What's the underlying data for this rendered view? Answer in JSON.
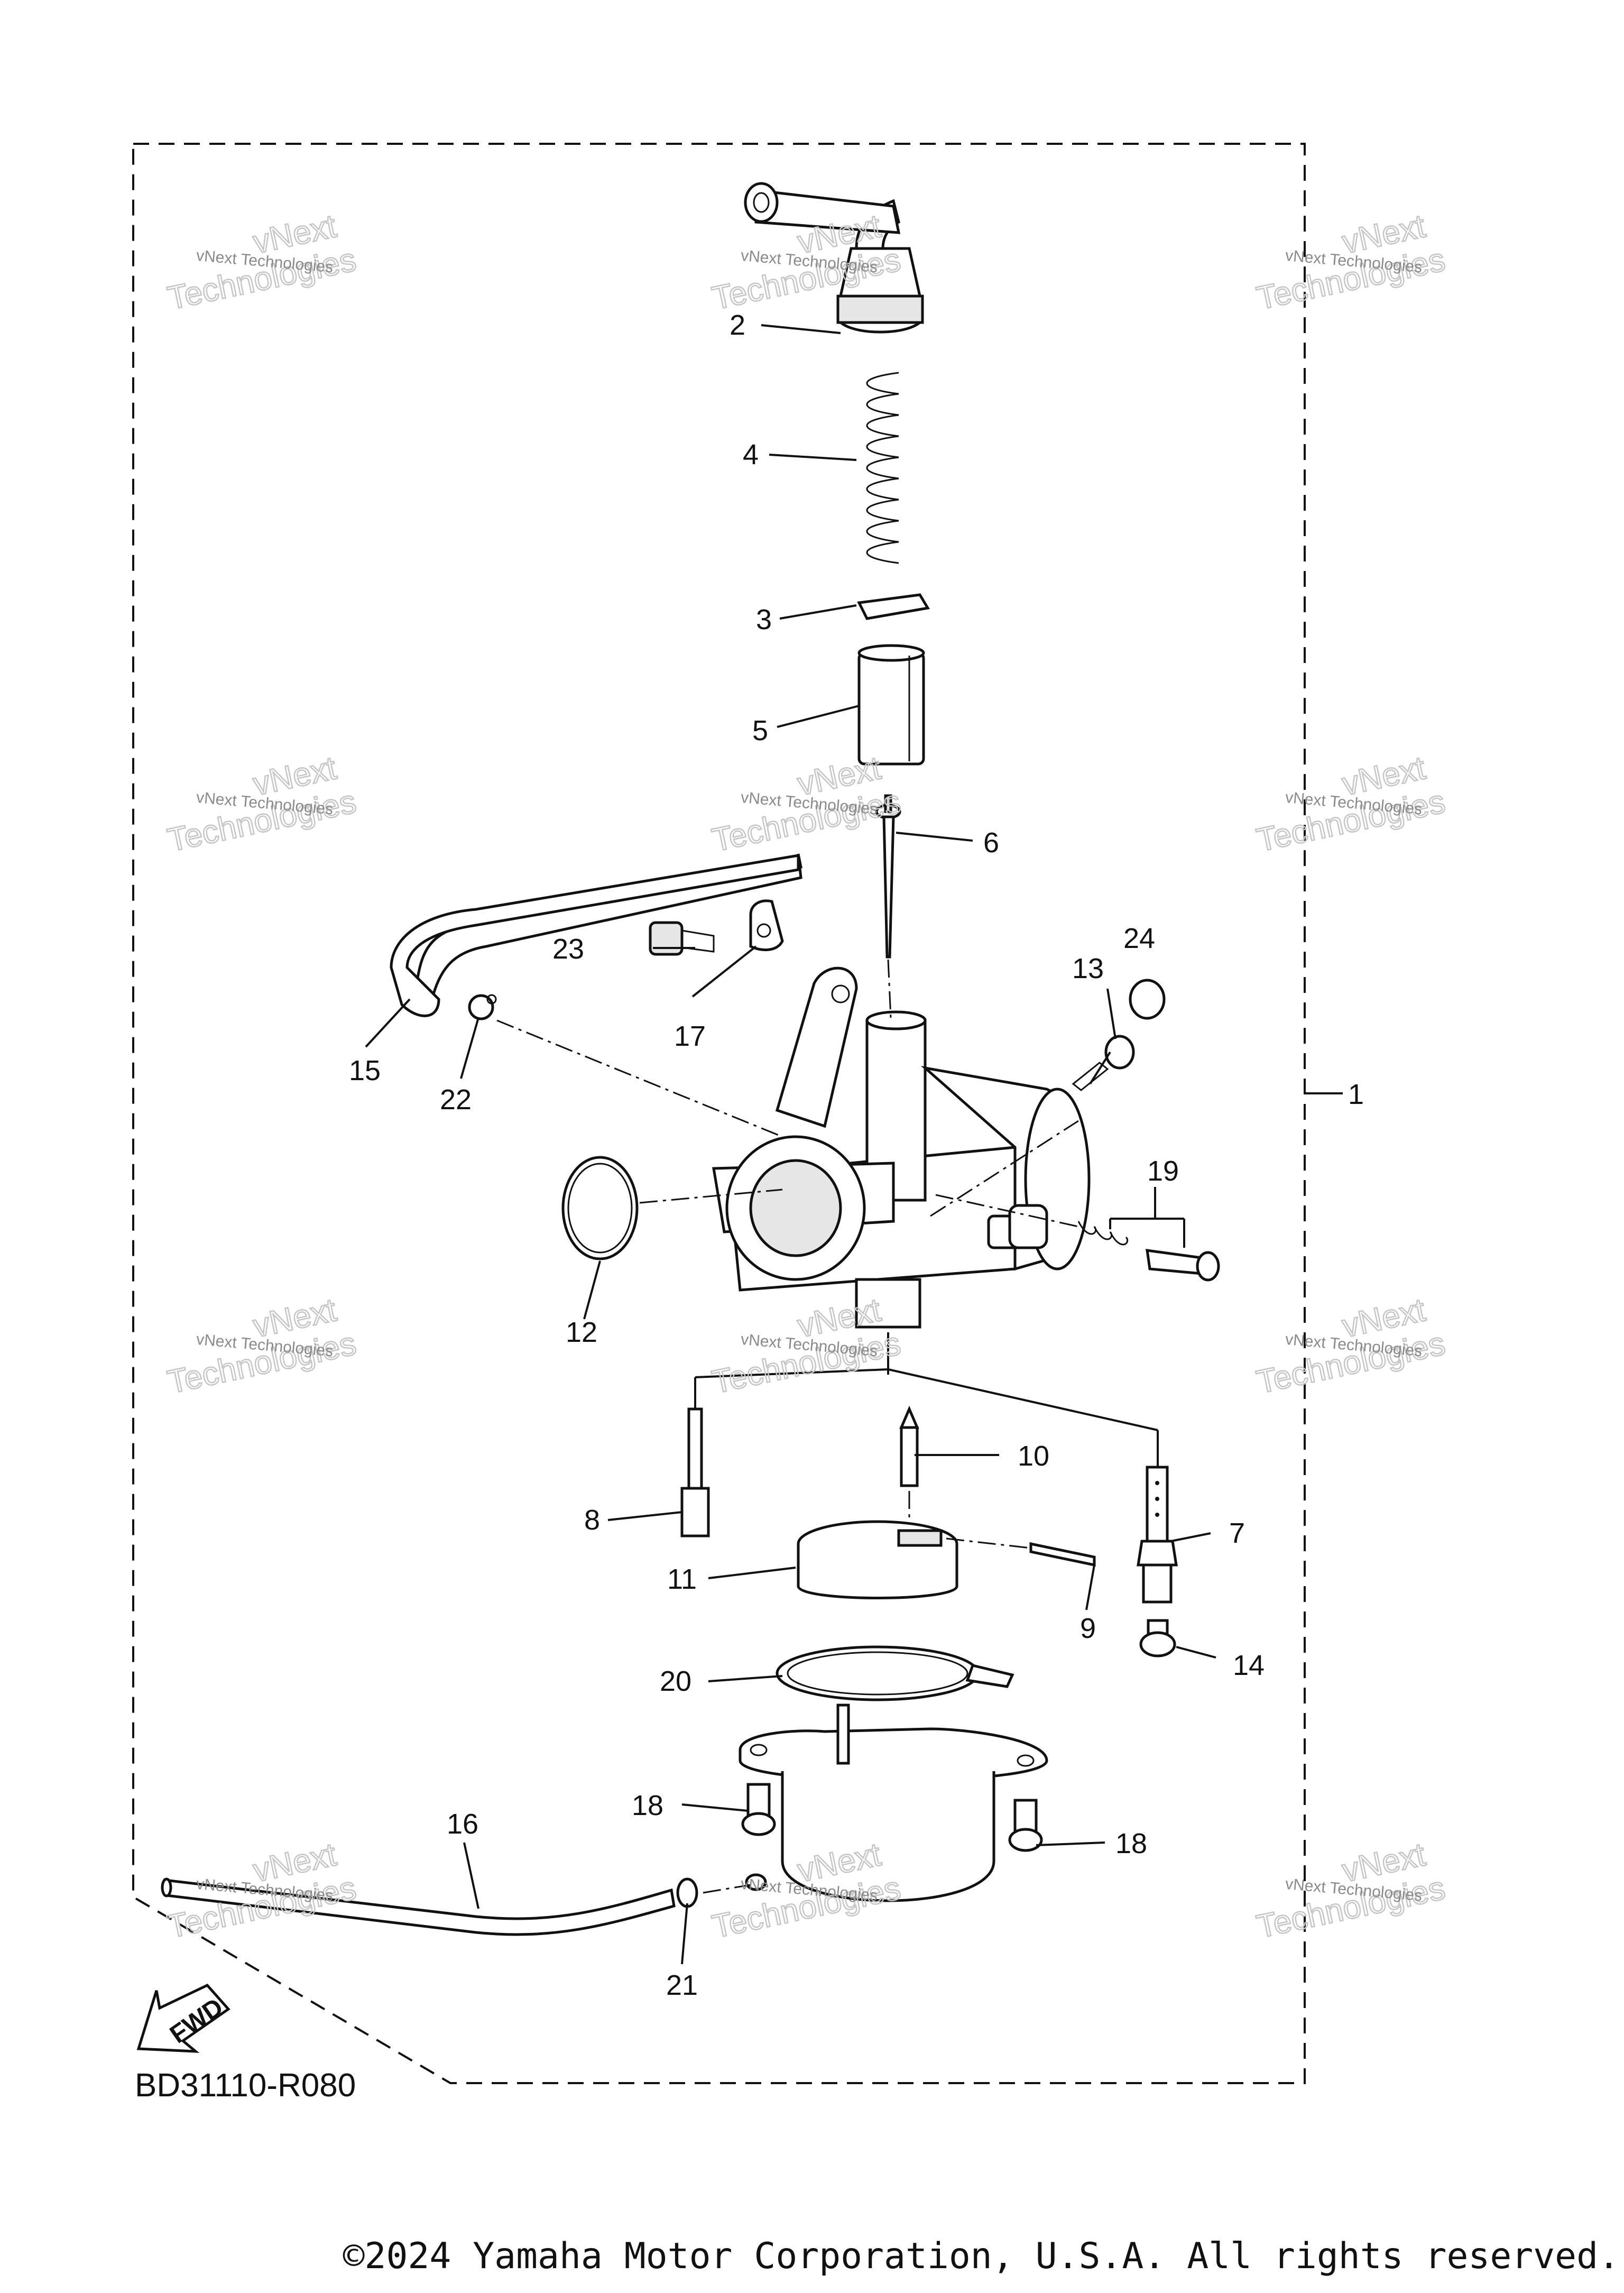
{
  "diagram": {
    "reference_code": "BD31110-R080",
    "fwd_label": "FWD",
    "watermark_text": "vNext Technologies",
    "watermark_line1": "vNext",
    "watermark_line2": "Technologies",
    "parts": [
      {
        "number": "1"
      },
      {
        "number": "2"
      },
      {
        "number": "3"
      },
      {
        "number": "4"
      },
      {
        "number": "5"
      },
      {
        "number": "6"
      },
      {
        "number": "7"
      },
      {
        "number": "8"
      },
      {
        "number": "9"
      },
      {
        "number": "10"
      },
      {
        "number": "11"
      },
      {
        "number": "12"
      },
      {
        "number": "13"
      },
      {
        "number": "14"
      },
      {
        "number": "15"
      },
      {
        "number": "16"
      },
      {
        "number": "17"
      },
      {
        "number": "18"
      },
      {
        "number": "19"
      },
      {
        "number": "20"
      },
      {
        "number": "21"
      },
      {
        "number": "22"
      },
      {
        "number": "23"
      },
      {
        "number": "24"
      },
      {
        "number": "18"
      }
    ]
  },
  "footer": {
    "copyright": "©2024 Yamaha Motor Corporation, U.S.A. All rights reserved."
  },
  "colors": {
    "ink": "#111111",
    "watermark": "#c6c6c6",
    "background": "#ffffff"
  }
}
